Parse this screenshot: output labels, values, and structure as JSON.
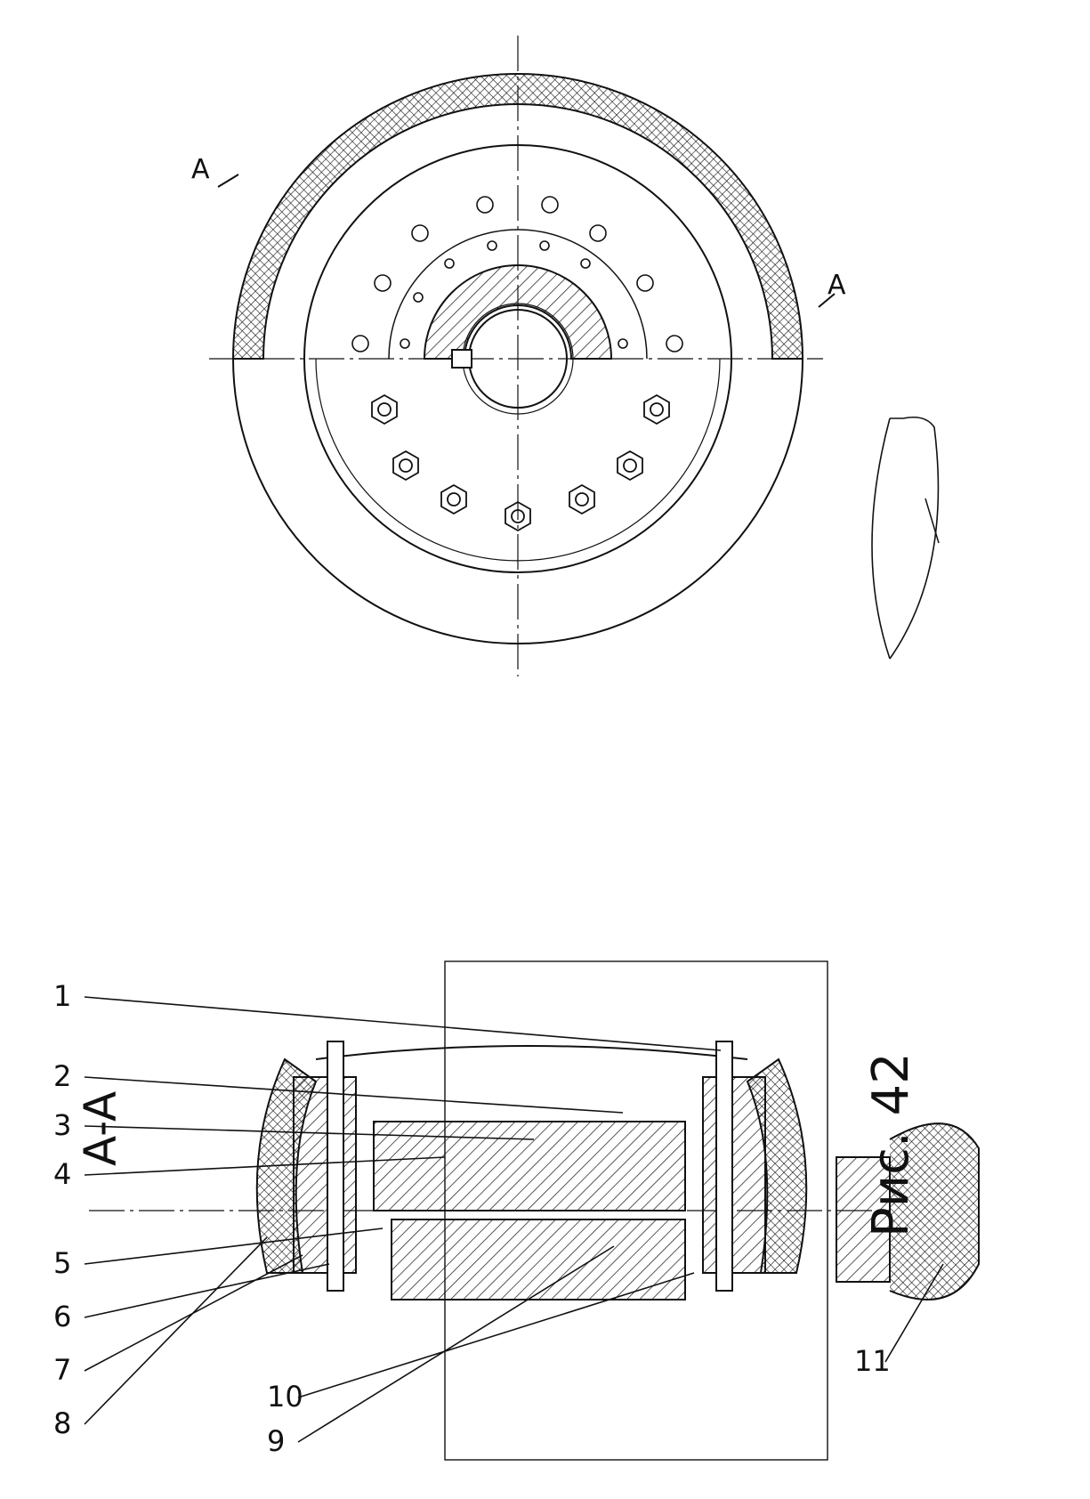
{
  "drawing": {
    "section_title": "A-A",
    "cut_marker_top": "A",
    "cut_marker_bottom": "A",
    "figure_caption": "Рис. 42",
    "callouts": [
      "8",
      "7",
      "6",
      "5",
      "4",
      "3",
      "2",
      "1",
      "9",
      "10",
      "11"
    ]
  },
  "colors": {
    "line": "#111111",
    "paper": "#ffffff"
  }
}
